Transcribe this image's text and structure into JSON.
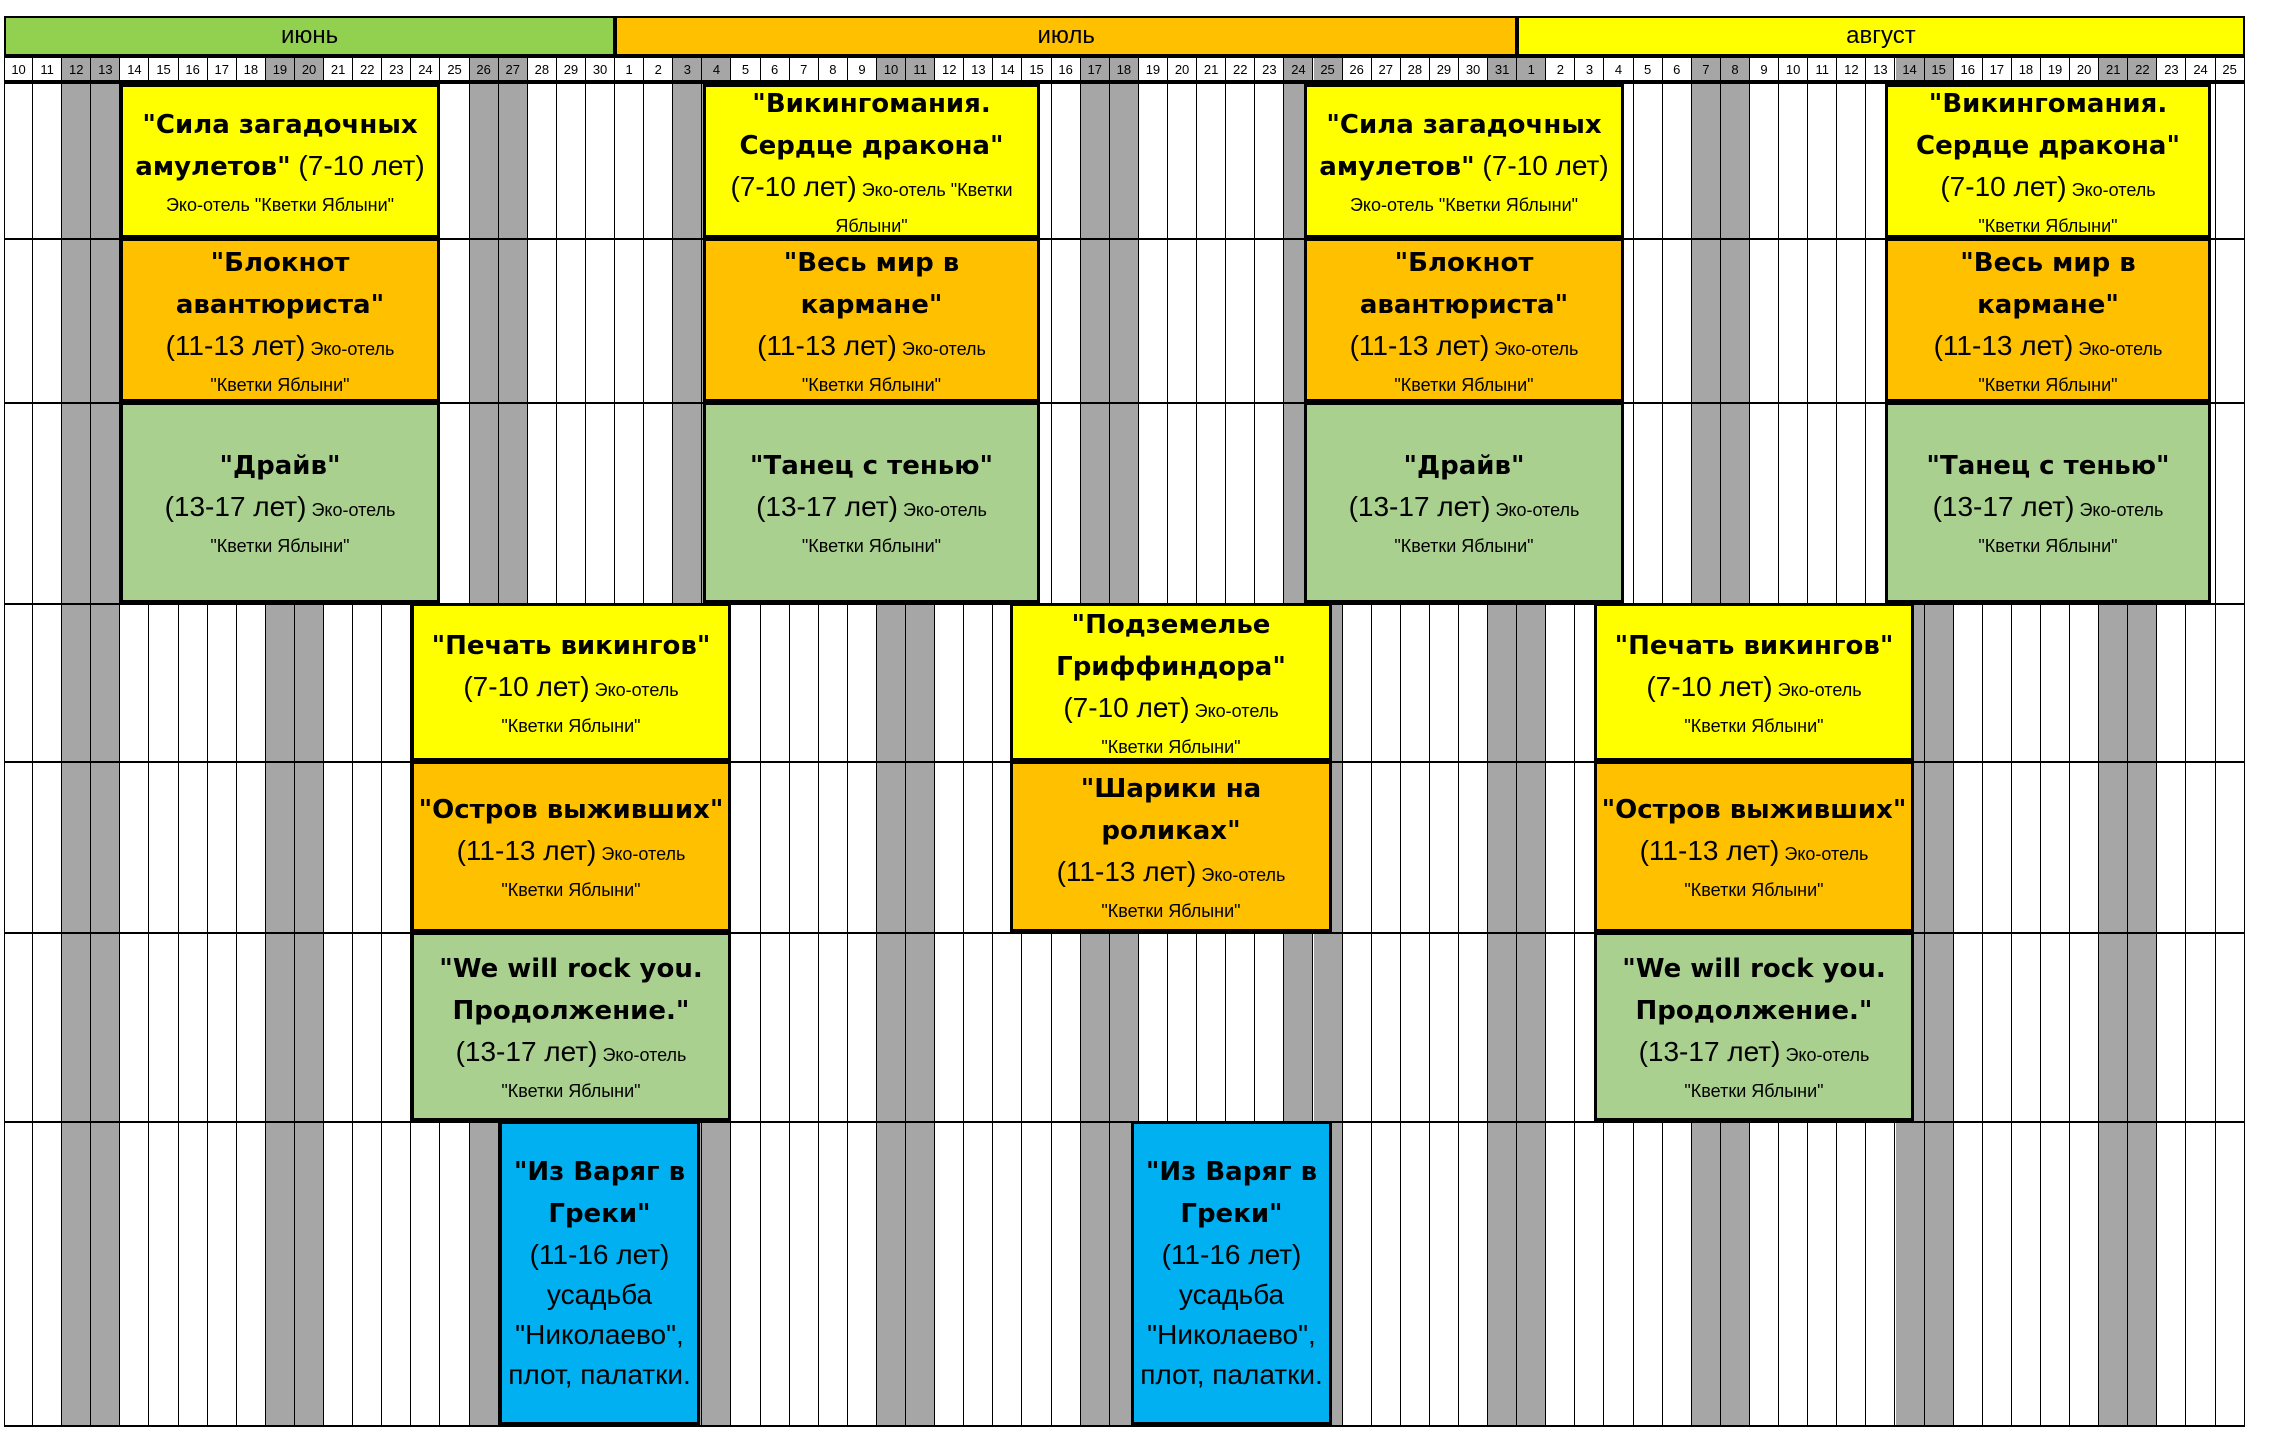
{
  "colors": {
    "june_header": "#92d050",
    "july_header": "#ffc000",
    "august_header": "#ffff00",
    "yellow": "#ffff00",
    "orange": "#ffc000",
    "green": "#a9d08e",
    "blue": "#00b0f0",
    "weekend": "#a6a6a6"
  },
  "months": [
    {
      "label": "июнь",
      "color": "#92d050"
    },
    {
      "label": "июль",
      "color": "#ffc000"
    },
    {
      "label": "август",
      "color": "#ffff00"
    }
  ],
  "days": {
    "june": [
      "10",
      "11",
      "12",
      "13",
      "14",
      "15",
      "16",
      "17",
      "18",
      "19",
      "20",
      "21",
      "22",
      "23",
      "24",
      "25",
      "26",
      "27",
      "28",
      "29",
      "30"
    ],
    "july": [
      "1",
      "2",
      "3",
      "4",
      "5",
      "6",
      "7",
      "8",
      "9",
      "10",
      "11",
      "12",
      "13",
      "14",
      "15",
      "16",
      "17",
      "18",
      "19",
      "20",
      "21",
      "22",
      "23",
      "24",
      "25",
      "26",
      "27",
      "28",
      "29",
      "30",
      "31"
    ],
    "august": [
      "1",
      "2",
      "3",
      "4",
      "5",
      "6",
      "7",
      "8",
      "9",
      "10",
      "11",
      "12",
      "13",
      "14",
      "15",
      "16",
      "17",
      "18",
      "19",
      "20",
      "21",
      "22",
      "23",
      "24",
      "25"
    ]
  },
  "weekend_days": [
    "12",
    "13",
    "19",
    "20",
    "26",
    "27",
    "3",
    "4",
    "10",
    "11",
    "17",
    "18",
    "24",
    "25",
    "31",
    "1",
    "7",
    "8",
    "14",
    "15",
    "21",
    "22"
  ],
  "camps": [
    {
      "id": "c1",
      "color": "yellow",
      "lines": [
        {
          "t": "ttl",
          "s": "\"Сила загадочных"
        },
        {
          "t": "mix",
          "a": "амулетов\"",
          "b": " (7-10 лет)"
        },
        {
          "t": "venue",
          "s": "Эко-отель \"Кветки Яблыни\""
        }
      ]
    },
    {
      "id": "c2",
      "color": "orange",
      "lines": [
        {
          "t": "ttl",
          "s": "\"Блокнот"
        },
        {
          "t": "ttl",
          "s": "авантюриста\""
        },
        {
          "t": "mixv",
          "a": "(11-13 лет)",
          "b": " Эко-отель"
        },
        {
          "t": "venue",
          "s": "\"Кветки Яблыни\""
        }
      ]
    },
    {
      "id": "c3",
      "color": "green",
      "lines": [
        {
          "t": "ttl",
          "s": "\"Драйв\""
        },
        {
          "t": "mixv",
          "a": "(13-17 лет)",
          "b": " Эко-отель"
        },
        {
          "t": "venue",
          "s": "\"Кветки Яблыни\""
        }
      ]
    },
    {
      "id": "c4",
      "color": "yellow",
      "lines": [
        {
          "t": "ttl",
          "s": "\"Печать викингов\""
        },
        {
          "t": "mixv",
          "a": "(7-10 лет)",
          "b": " Эко-отель"
        },
        {
          "t": "venue",
          "s": "\"Кветки Яблыни\""
        }
      ]
    },
    {
      "id": "c5",
      "color": "orange",
      "lines": [
        {
          "t": "ttl",
          "s": "\"Остров выживших\""
        },
        {
          "t": "mixv",
          "a": "(11-13 лет)",
          "b": " Эко-отель"
        },
        {
          "t": "venue",
          "s": "\"Кветки Яблыни\""
        }
      ]
    },
    {
      "id": "c6",
      "color": "green",
      "lines": [
        {
          "t": "ttl",
          "s": "\"We will rock you."
        },
        {
          "t": "ttl",
          "s": "Продолжение.\""
        },
        {
          "t": "mixv",
          "a": "(13-17 лет)",
          "b": " Эко-отель"
        },
        {
          "t": "venue",
          "s": "\"Кветки Яблыни\""
        }
      ]
    },
    {
      "id": "c7",
      "color": "blue",
      "lines": [
        {
          "t": "ttl",
          "s": "\"Из Варяг в"
        },
        {
          "t": "ttl",
          "s": "Греки\""
        },
        {
          "t": "age",
          "s": "(11-16 лет)"
        },
        {
          "t": "age",
          "s": "усадьба"
        },
        {
          "t": "age",
          "s": "\"Николаево\","
        },
        {
          "t": "age",
          "s": "плот, палатки."
        }
      ]
    },
    {
      "id": "c8",
      "color": "yellow",
      "lines": [
        {
          "t": "ttl",
          "s": "\"Викингомания."
        },
        {
          "t": "ttl",
          "s": "Сердце дракона\""
        },
        {
          "t": "mixv",
          "a": "(7-10 лет)",
          "b": " Эко-отель \"Кветки"
        },
        {
          "t": "venue",
          "s": "Яблыни\""
        }
      ]
    },
    {
      "id": "c9",
      "color": "orange",
      "lines": [
        {
          "t": "ttl",
          "s": "\"Весь мир в кармане\""
        },
        {
          "t": "mixv",
          "a": "(11-13 лет)",
          "b": " Эко-отель"
        },
        {
          "t": "venue",
          "s": "\"Кветки Яблыни\""
        }
      ]
    },
    {
      "id": "c10",
      "color": "green",
      "lines": [
        {
          "t": "ttl",
          "s": "\"Танец с тенью\""
        },
        {
          "t": "mixv",
          "a": "(13-17 лет)",
          "b": " Эко-отель"
        },
        {
          "t": "venue",
          "s": "\"Кветки Яблыни\""
        }
      ]
    },
    {
      "id": "c11",
      "color": "yellow",
      "lines": [
        {
          "t": "ttl",
          "s": "\"Подземелье"
        },
        {
          "t": "ttl",
          "s": "Гриффиндора\""
        },
        {
          "t": "mixv",
          "a": "(7-10 лет)",
          "b": " Эко-отель"
        },
        {
          "t": "venue",
          "s": "\"Кветки Яблыни\""
        }
      ]
    },
    {
      "id": "c12",
      "color": "orange",
      "lines": [
        {
          "t": "ttl",
          "s": "\"Шарики на"
        },
        {
          "t": "ttl",
          "s": "роликах\""
        },
        {
          "t": "mixv",
          "a": "(11-13 лет)",
          "b": " Эко-отель"
        },
        {
          "t": "venue",
          "s": "\"Кветки Яблыни\""
        }
      ]
    },
    {
      "id": "c13",
      "color": "blue",
      "lines": [
        {
          "t": "ttl",
          "s": "\"Из Варяг в"
        },
        {
          "t": "ttl",
          "s": "Греки\""
        },
        {
          "t": "age",
          "s": "(11-16 лет)"
        },
        {
          "t": "age",
          "s": "усадьба"
        },
        {
          "t": "age",
          "s": "\"Николаево\","
        },
        {
          "t": "age",
          "s": "плот, палатки."
        }
      ]
    },
    {
      "id": "c14",
      "color": "yellow",
      "lines": [
        {
          "t": "ttl",
          "s": "\"Сила загадочных"
        },
        {
          "t": "mix",
          "a": "амулетов\"",
          "b": " (7-10 лет)"
        },
        {
          "t": "venue",
          "s": "Эко-отель \"Кветки Яблыни\""
        }
      ]
    },
    {
      "id": "c15",
      "color": "orange",
      "lines": [
        {
          "t": "ttl",
          "s": "\"Блокнот"
        },
        {
          "t": "ttl",
          "s": "авантюриста\""
        },
        {
          "t": "mixv",
          "a": "(11-13 лет)",
          "b": " Эко-отель"
        },
        {
          "t": "venue",
          "s": "\"Кветки Яблыни\""
        }
      ]
    },
    {
      "id": "c16",
      "color": "green",
      "lines": [
        {
          "t": "ttl",
          "s": "\"Драйв\""
        },
        {
          "t": "mixv",
          "a": "(13-17 лет)",
          "b": " Эко-отель"
        },
        {
          "t": "venue",
          "s": "\"Кветки Яблыни\""
        }
      ]
    },
    {
      "id": "c17",
      "color": "yellow",
      "lines": [
        {
          "t": "ttl",
          "s": "\"Печать викингов\""
        },
        {
          "t": "mixv",
          "a": "(7-10 лет)",
          "b": " Эко-отель"
        },
        {
          "t": "venue",
          "s": "\"Кветки Яблыни\""
        }
      ]
    },
    {
      "id": "c18",
      "color": "orange",
      "lines": [
        {
          "t": "ttl",
          "s": "\"Остров выживших\""
        },
        {
          "t": "mixv",
          "a": "(11-13 лет)",
          "b": " Эко-отель"
        },
        {
          "t": "venue",
          "s": "\"Кветки Яблыни\""
        }
      ]
    },
    {
      "id": "c19",
      "color": "green",
      "lines": [
        {
          "t": "ttl",
          "s": "\"We will rock you."
        },
        {
          "t": "ttl",
          "s": "Продолжение.\""
        },
        {
          "t": "mixv",
          "a": "(13-17 лет)",
          "b": " Эко-отель"
        },
        {
          "t": "venue",
          "s": "\"Кветки Яблыни\""
        }
      ]
    },
    {
      "id": "c20",
      "color": "yellow",
      "lines": [
        {
          "t": "ttl",
          "s": "\"Викингомания."
        },
        {
          "t": "ttl",
          "s": "Сердце дракона\""
        },
        {
          "t": "mixv",
          "a": "(7-10 лет)",
          "b": " Эко-отель"
        },
        {
          "t": "venue",
          "s": "\"Кветки Яблыни\""
        }
      ]
    },
    {
      "id": "c21",
      "color": "orange",
      "lines": [
        {
          "t": "ttl",
          "s": "\"Весь мир в"
        },
        {
          "t": "ttl",
          "s": "кармане\""
        },
        {
          "t": "mixv",
          "a": "(11-13 лет)",
          "b": " Эко-отель"
        },
        {
          "t": "venue",
          "s": "\"Кветки Яблыни\""
        }
      ]
    },
    {
      "id": "c22",
      "color": "green",
      "lines": [
        {
          "t": "ttl",
          "s": "\"Танец с тенью\""
        },
        {
          "t": "mixv",
          "a": "(13-17 лет)",
          "b": " Эко-отель"
        },
        {
          "t": "venue",
          "s": "\"Кветки Яблыни\""
        }
      ]
    }
  ]
}
